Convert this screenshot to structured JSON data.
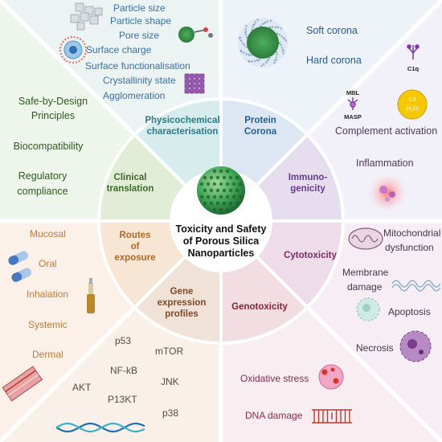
{
  "center": {
    "title_lines": [
      "Toxicity and Safety",
      "of Porous Silica",
      "Nanoparticles"
    ]
  },
  "segments": [
    {
      "id": "physicochemical",
      "lines": [
        "Physicochemical",
        "characterisation"
      ],
      "color": "#2a7a8c"
    },
    {
      "id": "protein-corona",
      "lines": [
        "Protein",
        "Corona"
      ],
      "color": "#1f5f9a"
    },
    {
      "id": "immunogenicity",
      "lines": [
        "Immuno-",
        "genicity"
      ],
      "color": "#6a3b8c"
    },
    {
      "id": "cytotoxicity",
      "lines": [
        "Cytotoxicity"
      ],
      "color": "#7a2a6a"
    },
    {
      "id": "genotoxicity",
      "lines": [
        "Genotoxicity"
      ],
      "color": "#8a2234"
    },
    {
      "id": "gene-expression",
      "lines": [
        "Gene",
        "expression",
        "profiles"
      ],
      "color": "#7a4a2a"
    },
    {
      "id": "routes",
      "lines": [
        "Routes",
        "of",
        "exposure"
      ],
      "color": "#b06a2a"
    },
    {
      "id": "clinical",
      "lines": [
        "Clinical",
        "translation"
      ],
      "color": "#3b6a2a"
    }
  ],
  "physicochemical_items": [
    "Particle size",
    "Particle shape",
    "Pore size",
    "Surface charge",
    "Surface functionalisation",
    "Crystallinity state",
    "Agglomeration"
  ],
  "corona_items": [
    "Soft corona",
    "Hard corona"
  ],
  "immunogenicity": {
    "c1q": "C1q",
    "mbl": "MBL",
    "masp": "MASP",
    "c3": "C3",
    "c3_h2o": "(H₂O)",
    "complement": "Complement activation",
    "inflammation": "Inflammation"
  },
  "clinical_items": [
    "Safe-by-Design",
    "Principles",
    "Biocompatibility",
    "Regulatory",
    "compliance"
  ],
  "cytotoxicity_items": [
    "Mitochondrial",
    "dysfunction",
    "Membrane",
    "damage",
    "Apoptosis",
    "Necrosis"
  ],
  "genotoxicity_items": [
    "Oxidative stress",
    "DNA damage"
  ],
  "gene_items": [
    "p53",
    "mTOR",
    "NF-kB",
    "JNK",
    "AKT",
    "P13KT",
    "p38"
  ],
  "routes_items": [
    "Mucosal",
    "Oral",
    "Inhalation",
    "Systemic",
    "Dermal"
  ],
  "colors": {
    "phys_text": "#3a6ea5",
    "corona_text": "#2a5a8c",
    "immuno_text": "#5a4a6a",
    "clinical_text": "#2e5a1e",
    "cyto_text": "#3a3a4a",
    "geno_text": "#8a2a4a",
    "gene_text": "#5a4a3a",
    "routes_text": "#c07a3a"
  }
}
